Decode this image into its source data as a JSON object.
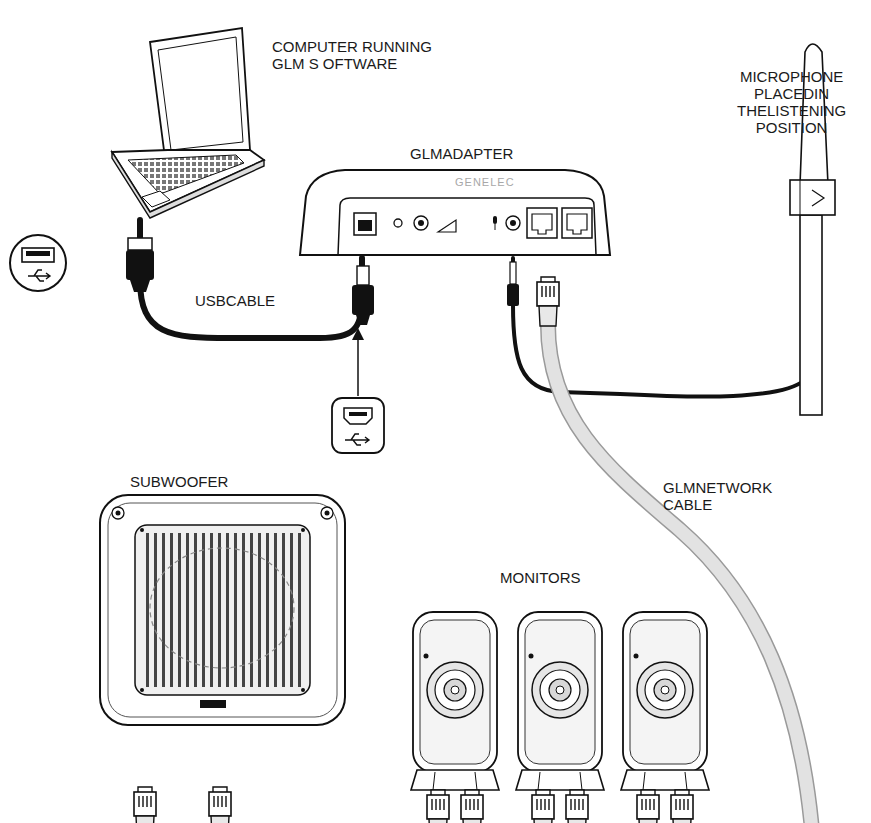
{
  "diagram": {
    "nodes": [
      {
        "text": [
          "COMPUTER RUNNING GLM S OFTWARE"
        ]
      },
      {
        "text": [
          "GLMADAPTER"
        ]
      },
      {
        "text": [
          "MICROPHONE PLACEDIN THELISTENING POSITION"
        ]
      },
      {
        "text": [
          "SUBWOOFER"
        ]
      },
      {
        "text": [
          "MONITORS"
        ]
      }
    ],
    "edges": [
      {
        "from": 0,
        "to": 1,
        "arrow": "none",
        "label": "USBCABLE"
      },
      {
        "from": 2,
        "to": 1,
        "arrow": "none"
      }
    ],
    "labels": [
      "GENELEC",
      "GLMNETWORK CABLE"
    ]
  }
}
